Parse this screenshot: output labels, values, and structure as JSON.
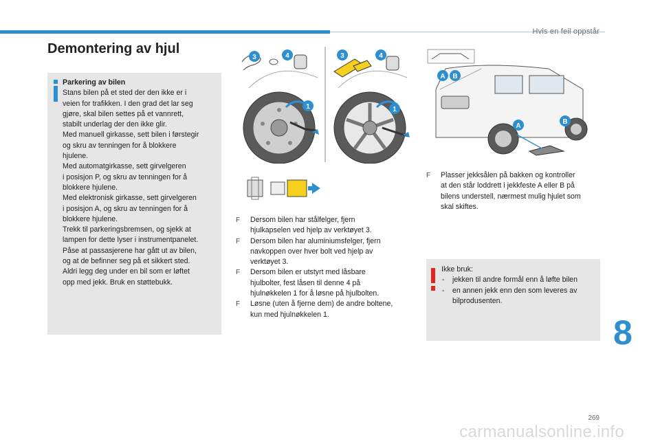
{
  "header": {
    "section_title": "Hvis en feil oppstår"
  },
  "page_title": "Demontering av hjul",
  "info_box": {
    "icon": "info-icon",
    "heading": "Parkering av bilen",
    "lines": [
      "Stans bilen på et sted der den ikke er i",
      "veien for trafikken. I den grad det lar seg",
      "gjøre, skal bilen settes på et vannrett,",
      "stabilt underlag der den ikke glir.",
      "Med manuell girkasse, sett bilen i førstegir",
      "og skru av tenningen for å blokkere",
      "hjulene.",
      "Med automatgirkasse, sett girvelgeren",
      "i posisjon P, og skru av tenningen for å",
      "blokkere hjulene.",
      "Med elektronisk girkasse, sett girvelgeren",
      "i posisjon A, og skru av tenningen for å",
      "blokkere hjulene.",
      "Trekk til parkeringsbremsen, og sjekk at",
      "lampen for dette lyser i instrumentpanelet.",
      "Påse at passasjerene har gått ut av bilen,",
      "og at de befinner seg på et sikkert sted.",
      "Aldri legg deg under en bil som er løftet",
      "opp med jekk. Bruk en støttebukk."
    ]
  },
  "figures": {
    "wheel_steel_callouts": [
      "3",
      "4",
      "1"
    ],
    "wheel_alloy_callouts": [
      "3",
      "4",
      "1"
    ],
    "car_callouts": [
      "A",
      "B",
      "A",
      "B"
    ]
  },
  "steps": [
    {
      "bullet": "F",
      "lines": [
        "Dersom bilen har stålfelger, fjern",
        "hjulkapselen ved hjelp av verktøyet 3."
      ]
    },
    {
      "bullet": "F",
      "lines": [
        "Dersom bilen har aluminiumsfelger, fjern",
        "navkoppen over hver bolt ved hjelp av",
        "verktøyet 3."
      ]
    },
    {
      "bullet": "F",
      "lines": [
        "Dersom bilen er utstyrt med låsbare",
        "hjulbolter, fest låsen til denne 4 på",
        "hjulnøkkelen 1 for å løsne på hjulbolten."
      ]
    },
    {
      "bullet": "F",
      "lines": [
        "Løsne (uten å fjerne dem) de andre boltene,",
        "kun med hjulnøkkelen 1."
      ]
    }
  ],
  "jack_step": {
    "bullet": "F",
    "lines": [
      "Plasser jekksålen på bakken og kontroller",
      "at den står loddrett i jekkfeste A eller B på",
      "bilens understell, nærmest mulig hjulet som",
      "skal skiftes."
    ]
  },
  "warning_box": {
    "icon": "warning-icon",
    "heading": "Ikke bruk:",
    "items": [
      {
        "dash": "-",
        "lines": [
          "jekken til andre formål enn å løfte bilen"
        ]
      },
      {
        "dash": "-",
        "lines": [
          "en annen jekk enn den som leveres av",
          "bilprodusenten."
        ]
      }
    ]
  },
  "chapter_number": "8",
  "page_number": "269",
  "watermark": "carmanualsonline.info",
  "colors": {
    "accent": "#2d8fd0",
    "box_bg": "#e6e6e6",
    "warning": "#e2261d",
    "highlight": "#f5d01c"
  }
}
